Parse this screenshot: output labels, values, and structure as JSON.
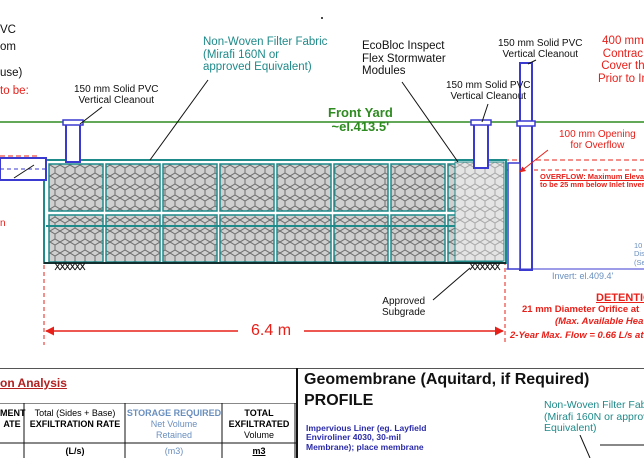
{
  "drawing": {
    "left_text": {
      "l1": "VC",
      "l2": "om",
      "l3": "use)",
      "l4": "to be:"
    },
    "filter_fabric_note": {
      "l1": "Non-Woven Filter Fabric",
      "l2": "(Mirafi 160N or",
      "l3": "approved Equivalent)"
    },
    "ecobloc_note": {
      "l1": "EcoBloc Inspect",
      "l2": "Flex Stormwater",
      "l3": "Modules"
    },
    "cleanout_right": {
      "l1": "150 mm Solid PVC",
      "l2": "Vertical Cleanout"
    },
    "cleanout_mid": {
      "l1": "150 mm Solid PVC",
      "l2": "Vertical Cleanout"
    },
    "cleanout_left": {
      "l1": "150 mm Solid PVC",
      "l2": "Vertical Cleanout"
    },
    "contractor_note": {
      "l1": "400 mm",
      "l2": "Contrac",
      "l3": "Cover th",
      "l4": "Prior to In"
    },
    "front_yard": {
      "title": "Front Yard",
      "elevation": "~el.413.5'"
    },
    "overflow_opening": {
      "l1": "100 mm Opening",
      "l2": "for Overflow"
    },
    "overflow_note": {
      "l1": "OVERFLOW: Maximum Elevati",
      "l2": "to be 25 mm below Inlet Inver"
    },
    "right_small": {
      "l1": "10",
      "l2": "Dis",
      "l3": "(Se"
    },
    "invert": "Invert: el.409.4'",
    "subgrade": {
      "l1": "Approved",
      "l2": "Subgrade"
    },
    "width_dim": "6.4 m",
    "left_small": "n",
    "detention": {
      "title": "DETENTION",
      "l1": "21 mm Diameter Orifice at",
      "l2": "(Max. Available Hea",
      "l3": "2-Year Max. Flow = 0.66 L/s at"
    },
    "module_columns": 8
  },
  "table": {
    "section_title": "on Analysis",
    "col1": {
      "l1": "MENT",
      "l2": "ATE"
    },
    "col2": {
      "l1": "Total (Sides + Base)",
      "l2": "EXFILTRATION RATE",
      "l3": "(L/s)"
    },
    "col3": {
      "l1": "STORAGE REQUIRED",
      "l2": "Net Volume",
      "l3": "Retained",
      "l4": "(m3)"
    },
    "col4": {
      "l1": "TOTAL",
      "l2": "EXFILTRATED",
      "l3": "Volume",
      "l4": "m3"
    }
  },
  "geomembrane": {
    "title1": "Geomembrane (Aquitard, if Required)",
    "title2": "PROFILE",
    "liner": {
      "l1": "Impervious Liner (eg. Layfield",
      "l2": "Enviroliner 4030, 30-mil",
      "l3": "Membrane); place membrane"
    },
    "fabric": {
      "l1": "Non-Woven Filter Fabric",
      "l2": "(Mirafi 160N or approv",
      "l3": "Equivalent)"
    }
  },
  "colors": {
    "teal": "#1f8a8a",
    "red": "#e8201a",
    "green": "#2e8b20",
    "pipe": "#3a3ad0",
    "storage": "#6a8fbf"
  }
}
